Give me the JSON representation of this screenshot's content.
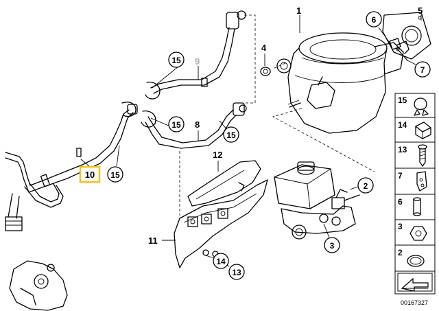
{
  "callouts": {
    "c1": "1",
    "c2": "2",
    "c3": "3",
    "c4": "4",
    "c5": "5",
    "c6": "6",
    "c7": "7",
    "c8": "8",
    "c9": "9",
    "c10": "10",
    "c11": "11",
    "c12": "12",
    "c13": "13",
    "c14": "14",
    "c15a": "15",
    "c15b": "15",
    "c15c": "15",
    "c15d": "15"
  },
  "legend": {
    "items": [
      "15",
      "14",
      "13",
      "7",
      "6",
      "3",
      "2"
    ]
  },
  "footer": {
    "image_code": "00167327"
  },
  "colors": {
    "highlight": "#f0c419",
    "ink": "#000000",
    "light_label": "#b0b0b0"
  }
}
